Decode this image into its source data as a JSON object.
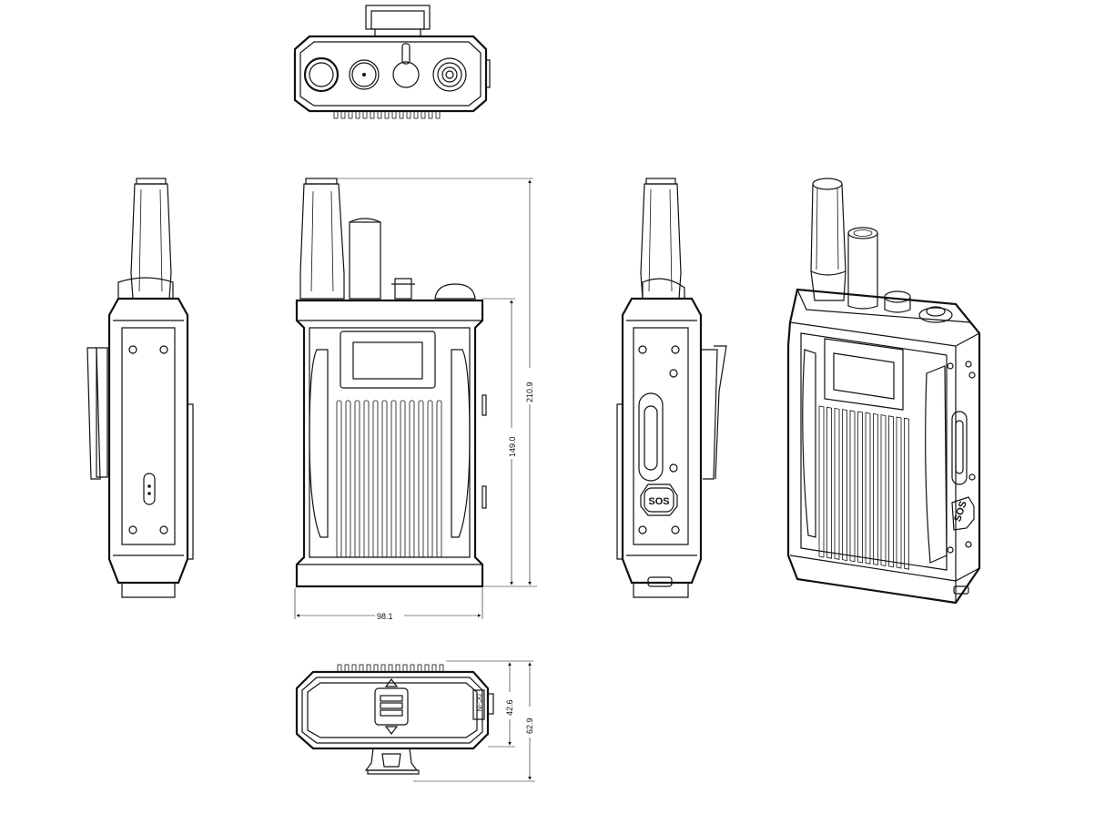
{
  "dimensions": {
    "width": "98.1",
    "height_total": "210.9",
    "height_body": "149.0",
    "depth_body": "42.6",
    "depth_total": "62.9"
  },
  "labels": {
    "sos_side": "SOS",
    "sos_iso": "SOS",
    "port_label": "DC-IN"
  }
}
